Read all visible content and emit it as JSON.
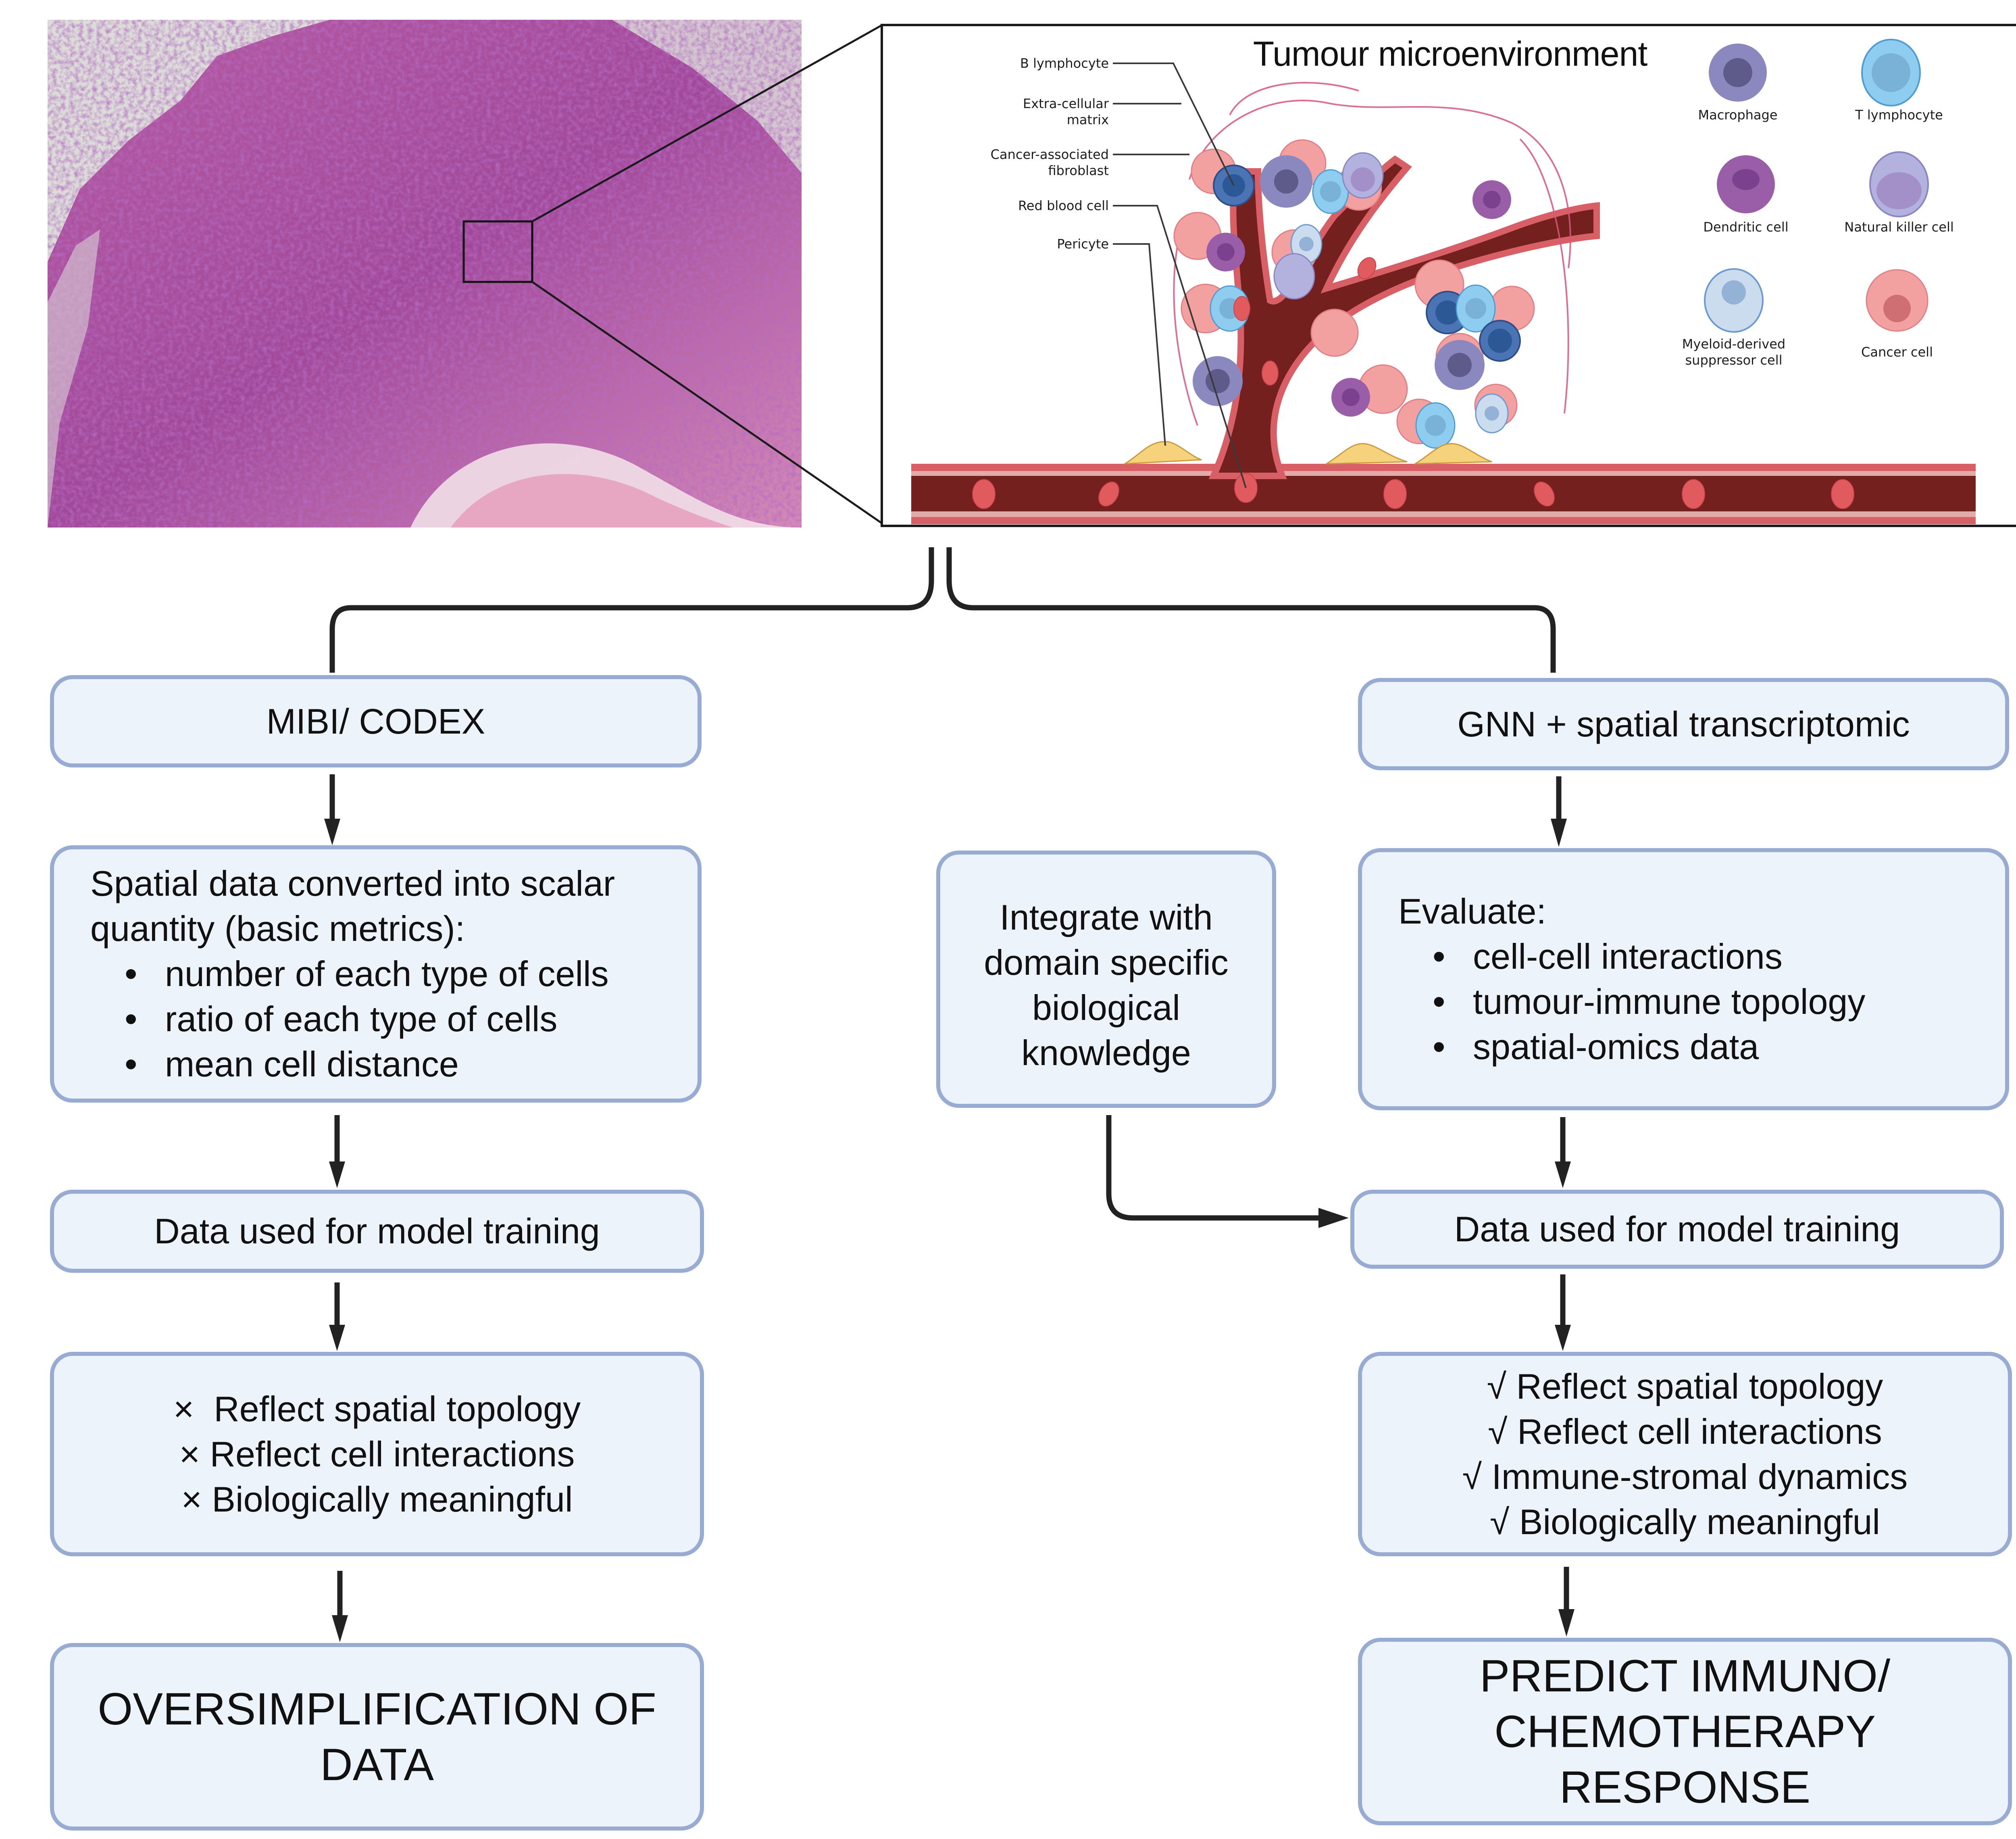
{
  "histology": {
    "description": "H&E stained tumour tissue section",
    "zoom_marker": "inset-box"
  },
  "tme": {
    "title": "Tumour microenvironment",
    "callouts": [
      {
        "id": "b-lymphocyte",
        "label": "B lymphocyte"
      },
      {
        "id": "ecm",
        "label": "Extra-cellular matrix",
        "line1": "Extra-cellular",
        "line2": "matrix"
      },
      {
        "id": "caf",
        "label": "Cancer-associated fibroblast",
        "line1": "Cancer-associated",
        "line2": "fibroblast"
      },
      {
        "id": "rbc",
        "label": "Red blood cell"
      },
      {
        "id": "pericyte",
        "label": "Pericyte"
      }
    ],
    "legend": [
      {
        "id": "macrophage",
        "label": "Macrophage",
        "color": "#8a88bf"
      },
      {
        "id": "t-lymphocyte",
        "label": "T lymphocyte",
        "color": "#8fcdf0"
      },
      {
        "id": "dendritic",
        "label": "Dendritic cell",
        "color": "#9a5ea8"
      },
      {
        "id": "nk",
        "label": "Natural killer cell",
        "color": "#b3b1de"
      },
      {
        "id": "mdsc",
        "label": "Myeloid-derived suppressor cell",
        "line1": "Myeloid-derived",
        "line2": "suppressor cell",
        "color": "#cbdcef"
      },
      {
        "id": "cancer",
        "label": "Cancer cell",
        "color": "#f2a0a0"
      }
    ],
    "colors": {
      "vessel": "#74201f",
      "vessel_wall": "#d95f66",
      "vessel_inner": "#e0aba9",
      "pericyte": "#f7d27c"
    }
  },
  "left_branch": {
    "method": "MIBI/ CODEX",
    "summary_intro": "Spatial data converted into scalar quantity (basic metrics):",
    "summary_line1": "Spatial data converted into scalar",
    "summary_line2": "quantity (basic metrics):",
    "metrics": [
      "number of each type of cells",
      "ratio of each type of cells",
      "mean cell distance"
    ],
    "training": "Data used for model training",
    "assessment": [
      {
        "mark": "×",
        "text": "Reflect spatial topology"
      },
      {
        "mark": "×",
        "text": "Reflect cell interactions"
      },
      {
        "mark": "×",
        "text": "Biologically meaningful"
      }
    ],
    "outcome_line1": "OVERSIMPLIFICATION OF",
    "outcome_line2": "DATA"
  },
  "middle": {
    "integrate_lines": [
      "Integrate with",
      "domain specific",
      "biological",
      "knowledge"
    ]
  },
  "right_branch": {
    "method": "GNN + spatial transcriptomic",
    "evaluate_title": "Evaluate:",
    "evaluate_items": [
      "cell-cell interactions",
      "tumour-immune topology",
      "spatial-omics data"
    ],
    "training": "Data used for model training",
    "assessment": [
      {
        "mark": "√",
        "text": "Reflect spatial topology"
      },
      {
        "mark": "√",
        "text": "Reflect cell interactions"
      },
      {
        "mark": "√",
        "text": "Immune-stromal dynamics"
      },
      {
        "mark": "√",
        "text": "Biologically meaningful"
      }
    ],
    "outcome_lines": [
      "PREDICT IMMUNO/",
      "CHEMOTHERAPY",
      "RESPONSE"
    ]
  },
  "style_colors": {
    "box_fill": "#edf3fb",
    "box_border": "#97abd3",
    "arrow": "#222222"
  }
}
